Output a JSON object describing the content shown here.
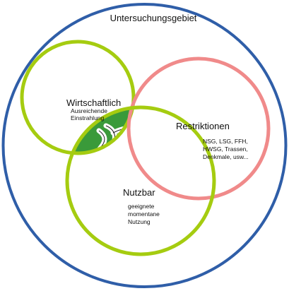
{
  "title": "Untersuchungsgebiet",
  "sets": {
    "wirtschaftlich": {
      "label": "Wirtschaftlich",
      "details": [
        "Ausreichende",
        "Einstrahlung"
      ],
      "color": "#a5cc10"
    },
    "restriktionen": {
      "label": "Restriktionen",
      "details": [
        "NSG, LSG, FFH,",
        "HWSG, Trassen,",
        "Denkmale, usw..."
      ],
      "color": "#f08a8a"
    },
    "nutzbar": {
      "label": "Nutzbar",
      "details": [
        "geeignete",
        "momentane",
        "Nutzung"
      ],
      "color": "#a5cc10"
    }
  },
  "colors": {
    "outer_circle": "#2f5ea8",
    "overlap_fill": "#3a9a3a"
  }
}
